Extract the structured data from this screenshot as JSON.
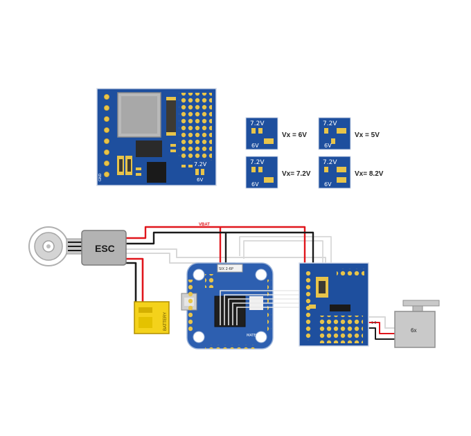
{
  "pdb_board": {
    "jumper_label_top": "7.2V",
    "jumper_label_bottom": "6V",
    "pad_label": "GND"
  },
  "jumper_options": [
    {
      "top_label": "7.2V",
      "bottom_label": "6V",
      "result": "Vx = 6V"
    },
    {
      "top_label": "7.2V",
      "bottom_label": "6V",
      "result": "Vx = 5V"
    },
    {
      "top_label": "7.2V",
      "bottom_label": "6V",
      "result": "Vx= 7.2V"
    },
    {
      "top_label": "7.2V",
      "bottom_label": "6V",
      "result": "Vx= 8.2V"
    }
  ],
  "wiring": {
    "esc_label": "ESC",
    "battery_label": "BATTERY",
    "vbat_label": "VBAT",
    "fc_connector_label": "SIX 2-6P",
    "fc_brand_label": "MATEKSYS",
    "servo_label": "6x",
    "servo_range_label": "1-6"
  },
  "colors": {
    "pcb_blue": "#1e4f9e",
    "pad_gold": "#e8c44a",
    "wire_red": "#e0151b",
    "wire_black": "#1a1a1a",
    "wire_white": "#d8d8d8",
    "battery_yellow": "#f4d21b",
    "esc_grey": "#b3b3b3"
  },
  "icons": [
    "motor-icon",
    "servo-icon"
  ]
}
